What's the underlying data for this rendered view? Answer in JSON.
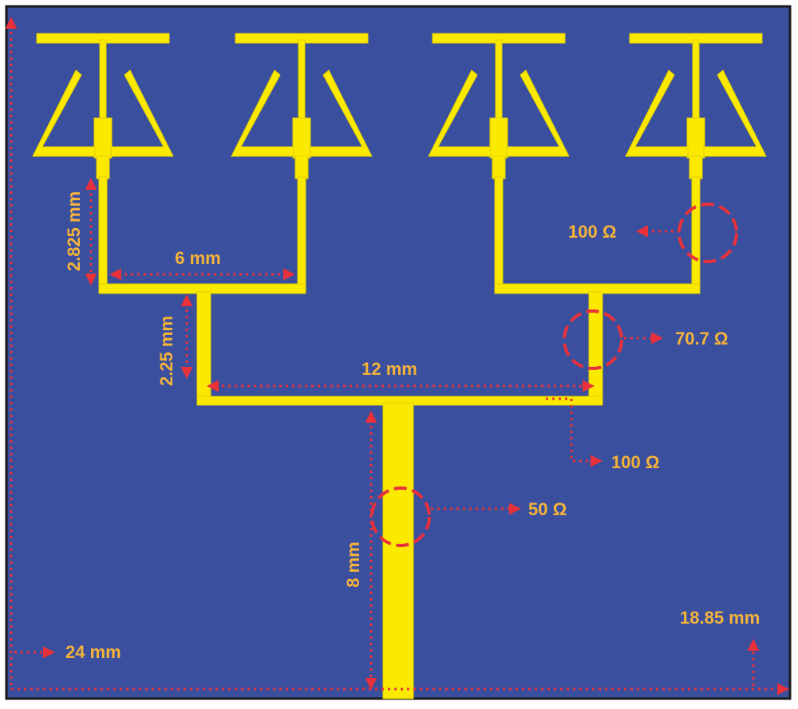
{
  "colors": {
    "substrate": "#3a4f9e",
    "copper": "#fbe900",
    "label": "#f5b33a",
    "dimension": "#e8313a",
    "border": "#1a1a1a"
  },
  "dimensions": {
    "stub_length": "2.825 mm",
    "spacing_small": "6 mm",
    "stub_length_2": "2.25 mm",
    "spacing_large": "12 mm",
    "feed_length": "8 mm",
    "board_width": "24 mm",
    "board_height": "18.85 mm"
  },
  "impedances": {
    "branch": "100 Ω",
    "quarter_wave": "70.7 Ω",
    "junction": "100 Ω",
    "feed": "50 Ω"
  }
}
